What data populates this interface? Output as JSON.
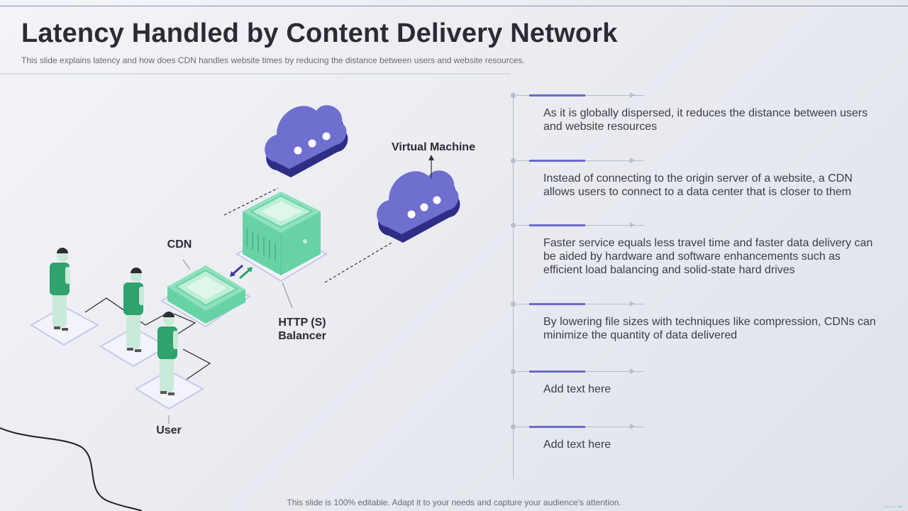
{
  "slide": {
    "title": "Latency Handled by Content Delivery Network",
    "subtitle": "This slide explains latency and how does CDN handles website times by reducing the distance between users and website resources.",
    "footer": "This slide is 100% editable. Adapt it to your needs and capture your audience's attention."
  },
  "diagram": {
    "labels": {
      "virtual_machine": "Virtual Machine",
      "cdn": "CDN",
      "http_balancer_line1": "HTTP (S)",
      "http_balancer_line2": "Balancer",
      "user": "User"
    }
  },
  "points": [
    {
      "text": "As it is globally dispersed, it reduces the distance between users and website resources"
    },
    {
      "text": "Instead of connecting to the origin server of a website, a CDN allows users to connect to a data center that is closer to them"
    },
    {
      "text": "Faster service equals less travel time and faster data delivery can be aided by hardware and software enhancements such as efficient load balancing and solid-state hard drives"
    },
    {
      "text": "By lowering file sizes with techniques like compression, CDNs can minimize the quantity of data delivered"
    },
    {
      "text": "Add text here"
    },
    {
      "text": "Add text here"
    }
  ],
  "colors": {
    "accent": "#6b6bc9",
    "cloud": "#6f6fd0",
    "cloud_shadow": "#2e2e86",
    "server_green": "#67d3a4",
    "server_light": "#bfeed6",
    "person_shirt": "#2ea36d"
  }
}
